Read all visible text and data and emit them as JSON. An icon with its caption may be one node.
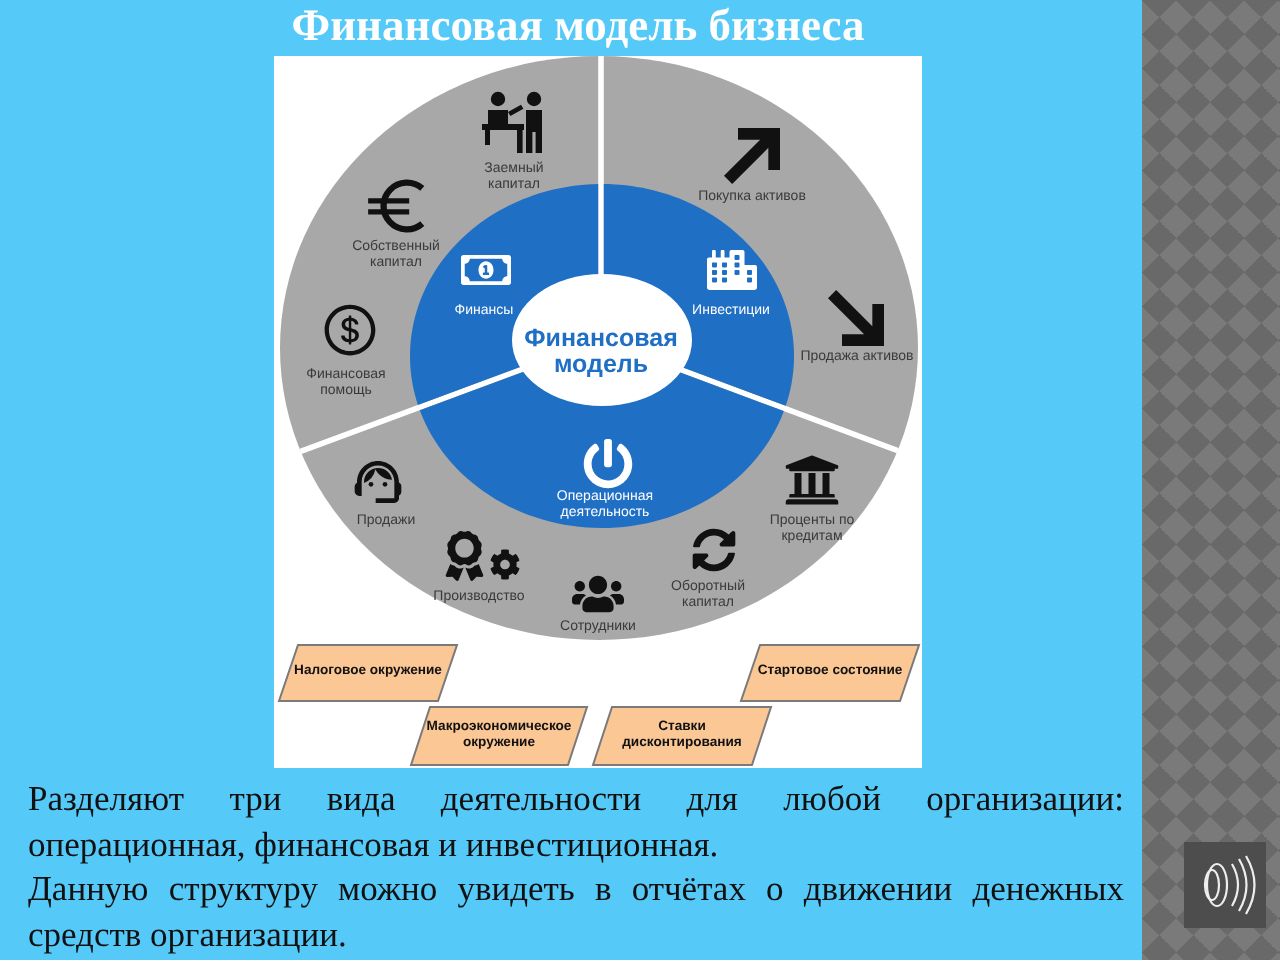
{
  "diagram": {
    "title": "Финансовая модель бизнеса",
    "nodes": [
      {
        "text": [
          "Заемный капитал",
          "Покупка активов",
          "Собственный капитал",
          "Продажа активов",
          "Финансовая помощь",
          "Продажи",
          "Проценты по кредитам",
          "Производство",
          "Оборотный капитал",
          "Сотрудники"
        ]
      },
      {
        "text": [
          "Финансы"
        ],
        "in": 0
      },
      {
        "text": [
          "Инвестиции"
        ],
        "in": 0
      },
      {
        "text": [
          "Финансовая модель"
        ],
        "in": 0
      },
      {
        "text": [
          "Операционная деятельность"
        ],
        "in": 0
      },
      {
        "text": [
          "Налоговое окружение"
        ]
      },
      {
        "text": [
          "Стартовое состояние"
        ]
      },
      {
        "text": [
          "Макроэкономическое окружение"
        ]
      },
      {
        "text": [
          "Ставки дисконтирования"
        ]
      }
    ],
    "labels": [
      "Разделяют три вида деятельности для любой организации: операционная, финансовая и инвестиционная.",
      "Данную структуру можно увидеть в отчётах о движении денежных средств организации."
    ]
  }
}
